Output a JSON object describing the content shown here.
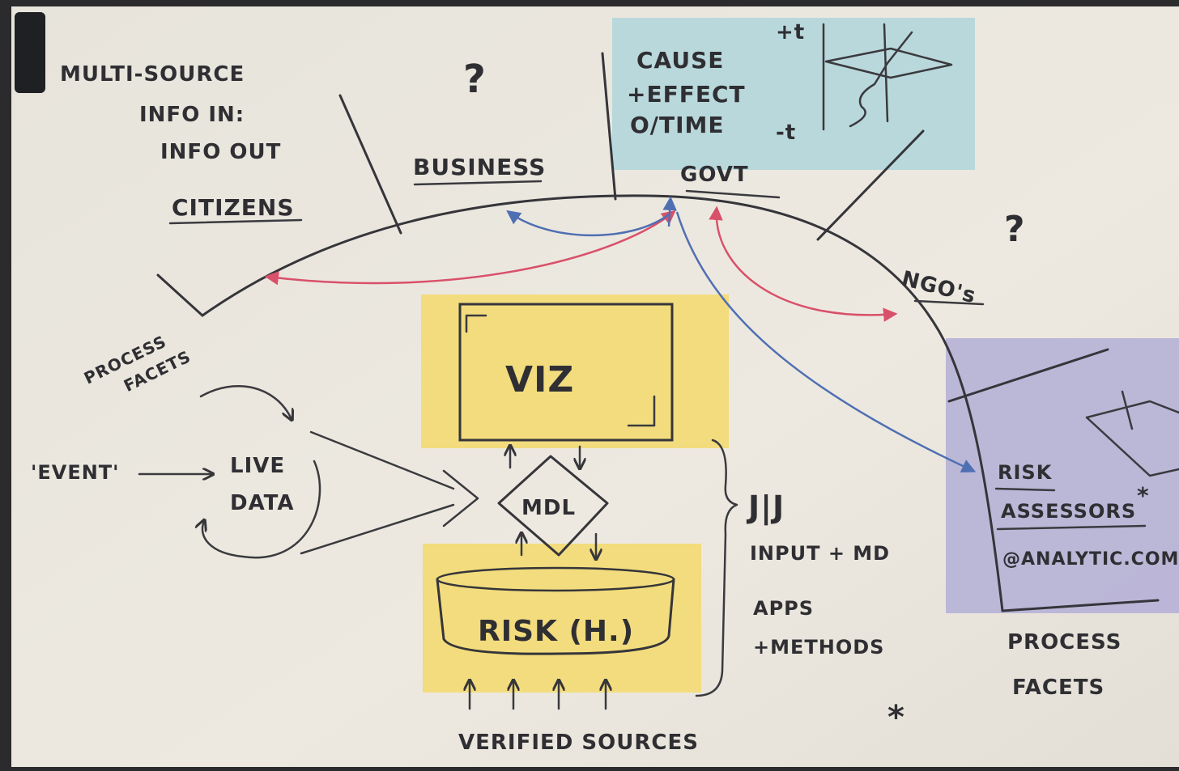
{
  "colors": {
    "paper": "#ece8df",
    "sticky_yellow": "#f2dc7d",
    "sticky_blue": "#b4d6da",
    "sticky_purple": "#b6b1d6",
    "ink": "#2f2f33",
    "red_arrow": "#d9506a",
    "blue_arrow": "#4f6fb3"
  },
  "labels": {
    "multi_source": "MULTI-SOURCE",
    "info_in": "INFO IN:",
    "info_out": "INFO OUT",
    "citizens": "CITIZENS",
    "business": "BUSINESS",
    "govt": "GOVT",
    "ngos": "NGO's",
    "question_1": "?",
    "question_2": "?",
    "cause_1": "CAUSE",
    "cause_2": "+EFFECT",
    "cause_3": "O/TIME",
    "plus_t": "+t",
    "minus_t": "-t",
    "process_facets_left_1": "PROCESS",
    "process_facets_left_2": "FACETS",
    "event": "'EVENT'",
    "live_1": "LIVE",
    "live_2": "DATA",
    "viz": "VIZ",
    "mdl": "MDL",
    "risk_db": "RISK (H.)",
    "verified_sources": "VERIFIED SOURCES",
    "jj": "J|J",
    "input_md": "INPUT + MD",
    "apps_1": "APPS",
    "apps_2": "+METHODS",
    "risk_1": "RISK",
    "risk_2": "ASSESSORS",
    "risk_3": "@ANALYTIC.COM",
    "process_facets_right_1": "PROCESS",
    "process_facets_right_2": "FACETS",
    "star": "*"
  }
}
